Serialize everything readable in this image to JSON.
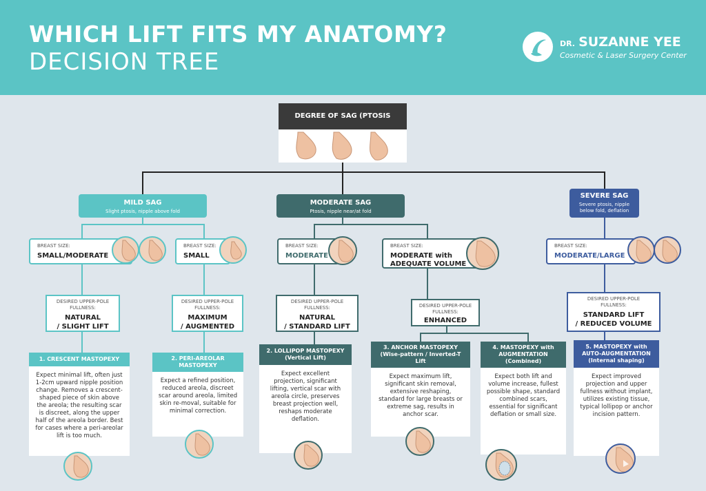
{
  "header": {
    "title_line1": "WHICH LIFT FITS MY ANATOMY?",
    "title_line2": "DECISION TREE",
    "logo_prefix": "DR.",
    "logo_name": "SUZANNE YEE",
    "logo_tagline": "Cosmetic & Laser Surgery Center"
  },
  "colors": {
    "teal": "#5bc4c5",
    "dark_teal": "#3f6b6c",
    "navy": "#3d5c9e",
    "charcoal": "#3a3a3a",
    "skin": "#f1d3bd",
    "background": "#dfe6ec"
  },
  "root": {
    "title": "DEGREE OF SAG (PTOSIS"
  },
  "categories": {
    "mild": {
      "title": "MILD SAG",
      "subtitle": "Slight ptosis, nipple above fold"
    },
    "moderate": {
      "title": "MODERATE SAG",
      "subtitle": "Ptosis, nipple near/at fold"
    },
    "severe": {
      "title": "SEVERE SAG",
      "subtitle_line1": "Severe ptosis, nipple",
      "subtitle_line2": "below fold, deflation"
    }
  },
  "breast_size": {
    "label": "BREAST SIZE:",
    "small_moderate": "SMALL/MODERATE",
    "small": "SMALL",
    "moderate": "MODERATE",
    "moderate_adequate_line1": "MODERATE with",
    "moderate_adequate_line2": "ADEQUATE VOLUME",
    "moderate_large": "MODERATE/LARGE"
  },
  "fullness": {
    "label_line1": "DESIRED UPPER-POLE",
    "label_line2": "FULLNESS:",
    "natural_slight_1": "NATURAL",
    "natural_slight_2": "/ SLIGHT LIFT",
    "maximum_1": "MAXIMUM",
    "maximum_2": "/ AUGMENTED",
    "natural_standard_1": "NATURAL",
    "natural_standard_2": "/ STANDARD LIFT",
    "enhanced": "ENHANCED",
    "standard_reduced_1": "STANDARD LIFT",
    "standard_reduced_2": "/ REDUCED VOLUME"
  },
  "procedures": [
    {
      "title": "1. CRESCENT MASTOPEXY",
      "description": "Expect minimal lift, often just 1-2cm upward nipple position change. Removes a crescent-shaped piece of skin above the areola; the resulting scar is discreet, along the upper half of the areola border. Best for cases where a peri-areolar lift is too much."
    },
    {
      "title": "2. PERI-AREOLAR MASTOPEXY",
      "description": "Expect a refined position, reduced areola, discreet scar around areola, limited skin re-moval, suitable for minimal correction."
    },
    {
      "title": "2. LOLLIPOP MASTOPEXY",
      "subtitle": "(Vertical Lift)",
      "description": "Expect excellent projection, significant lifting, vertical scar with areola circle, preserves breast projection well, reshaps moderate deflation."
    },
    {
      "title": "3. ANCHOR MASTOPEXY",
      "subtitle": "(Wise-pattern / Inverted-T Lift",
      "description": "Expect maximum lift, significant skin removal, extensive reshaping, standard for large breasts or extreme sag, results in anchor scar."
    },
    {
      "title": "4. MASTOPEXY with AUGMENTATION",
      "subtitle": "(Combined)",
      "description": "Expect both lift and volume increase, fullest possible shape, standard combined scars, essential for significant deflation or small size."
    },
    {
      "title": "5. MASTOPEXY with AUTO-AUGMENTATION",
      "subtitle": "(Internal shaping)",
      "description": "Expect improved projection and upper fullness without implant, utilizes existing tissue, typical lollipop or anchor incision pattern."
    }
  ],
  "icons": [
    "breast-profile-icon",
    "breast-implant-icon",
    "logo-icon"
  ]
}
